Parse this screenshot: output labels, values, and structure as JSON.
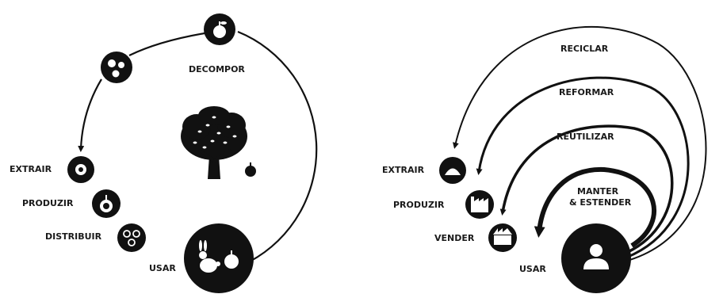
{
  "natural_cycle": {
    "labels": {
      "decompose": "DECOMPOR",
      "extract": "EXTRAIR",
      "produce": "PRODUZIR",
      "distribute": "DISTRIBUIR",
      "use": "USAR"
    },
    "icons": [
      "apple-icon",
      "seeds-icon",
      "ring-icon",
      "apple-bite-icon",
      "apples-icon",
      "rabbit-apple-icon",
      "tree-icon"
    ]
  },
  "circular_economy": {
    "labels": {
      "recycle": "RECICLAR",
      "remake": "REFORMAR",
      "reuse": "REUTILIZAR",
      "maintain_line1": "MANTER",
      "maintain_line2": "& ESTENDER",
      "extract": "EXTRAIR",
      "produce": "PRODUZIR",
      "sell": "VENDER",
      "use": "USAR"
    },
    "icons": [
      "mound-icon",
      "factory-icon",
      "store-icon",
      "person-icon"
    ]
  },
  "colors": {
    "ink": "#111111",
    "background": "#ffffff"
  }
}
